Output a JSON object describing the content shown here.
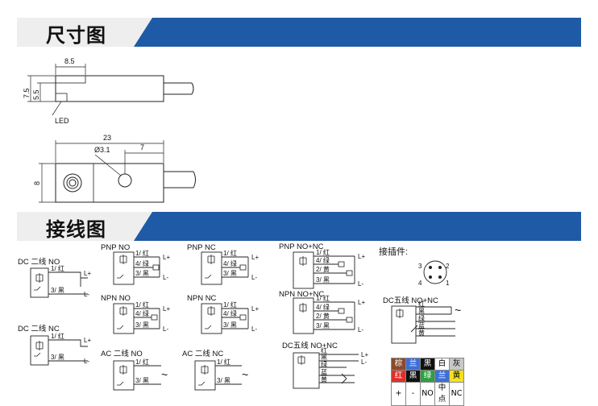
{
  "sections": {
    "dimensions_title": "尺寸图",
    "wiring_title": "接线图"
  },
  "colors": {
    "banner_blue": "#1f5aa6",
    "banner_grey": "#eeeeee"
  },
  "dimensions": {
    "top_width": "8.5",
    "height_outer": "7.5",
    "height_inner": "5.5",
    "led_label": "LED",
    "length": "23",
    "hole": "Ø3.1",
    "hole_offset": "7",
    "width": "8"
  },
  "wiring": {
    "dc2_no": {
      "title": "DC 二线  NO",
      "w1": "1/ 红",
      "w2": "3/ 黑",
      "t1": "L+",
      "t2": "L-"
    },
    "dc2_nc": {
      "title": "DC 二线  NC",
      "w1": "1/ 红",
      "w2": "3/ 黑",
      "t1": "L+",
      "t2": "L-"
    },
    "pnp_no": {
      "title": "PNP  NO",
      "w1": "1/ 红",
      "w2": "4/ 绿",
      "w3": "3/ 黑",
      "t1": "L+",
      "t2": "L-"
    },
    "pnp_nc": {
      "title": "PNP  NC",
      "w1": "1/ 红",
      "w2": "4/ 绿",
      "w3": "3/ 黑",
      "t1": "L+",
      "t2": "L-"
    },
    "pnp_nonc": {
      "title": "PNP  NO+NC",
      "w1": "1/ 红",
      "w2": "4/ 绿",
      "w3": "2/ 黄",
      "w4": "3/ 黑",
      "t1": "L+",
      "t2": "L-"
    },
    "npn_no": {
      "title": "NPN  NO",
      "w1": "1/ 红",
      "w2": "4/ 绿",
      "w3": "3/ 黑",
      "t1": "L+",
      "t2": "L-"
    },
    "npn_nc": {
      "title": "NPN  NC",
      "w1": "1/ 红",
      "w2": "4/ 绿",
      "w3": "3/ 黑",
      "t1": "L+",
      "t2": "L-"
    },
    "npn_nonc": {
      "title": "NPN  NO+NC",
      "w1": "1/ 红",
      "w2": "4/ 绿",
      "w3": "2/ 黄",
      "w4": "3/ 黑",
      "t1": "L+",
      "t2": "L-"
    },
    "ac2_no": {
      "title": "AC 二线  NO",
      "w1": "1/ 红",
      "w2": "3/ 黑",
      "ac": "~"
    },
    "ac2_nc": {
      "title": "AC 二线  NC",
      "w1": "1/ 红",
      "w2": "3/ 黑",
      "ac": "~"
    },
    "dc5_a": {
      "title": "DC五线  NO+NC",
      "w1": "红",
      "w2": "黑",
      "w3": "绿",
      "w4": "蓝",
      "w5": "黄",
      "t1": "L+",
      "t2": "L-"
    },
    "dc5_b": {
      "title": "DC五线  NO+NC",
      "w1": "红",
      "w2": "黑",
      "w3": "绿",
      "w4": "蓝",
      "w5": "黄",
      "ac": "~"
    },
    "connector": {
      "title": "接插件:",
      "p1": "1",
      "p2": "2",
      "p3": "3",
      "p4": "4"
    }
  },
  "color_table": {
    "row1": [
      "棕",
      "兰",
      "黑",
      "白",
      "灰"
    ],
    "row2": [
      "红",
      "黑",
      "绿",
      "兰",
      "黄"
    ],
    "row3": [
      "+",
      "-",
      "NO",
      "中点",
      "NC"
    ],
    "bg1": [
      "#8a4b2a",
      "#3d6fd6",
      "#111111",
      "#ffffff",
      "#c8c8c8"
    ],
    "bg2": [
      "#e0302a",
      "#111111",
      "#2ea043",
      "#3d6fd6",
      "#f3e221"
    ]
  }
}
